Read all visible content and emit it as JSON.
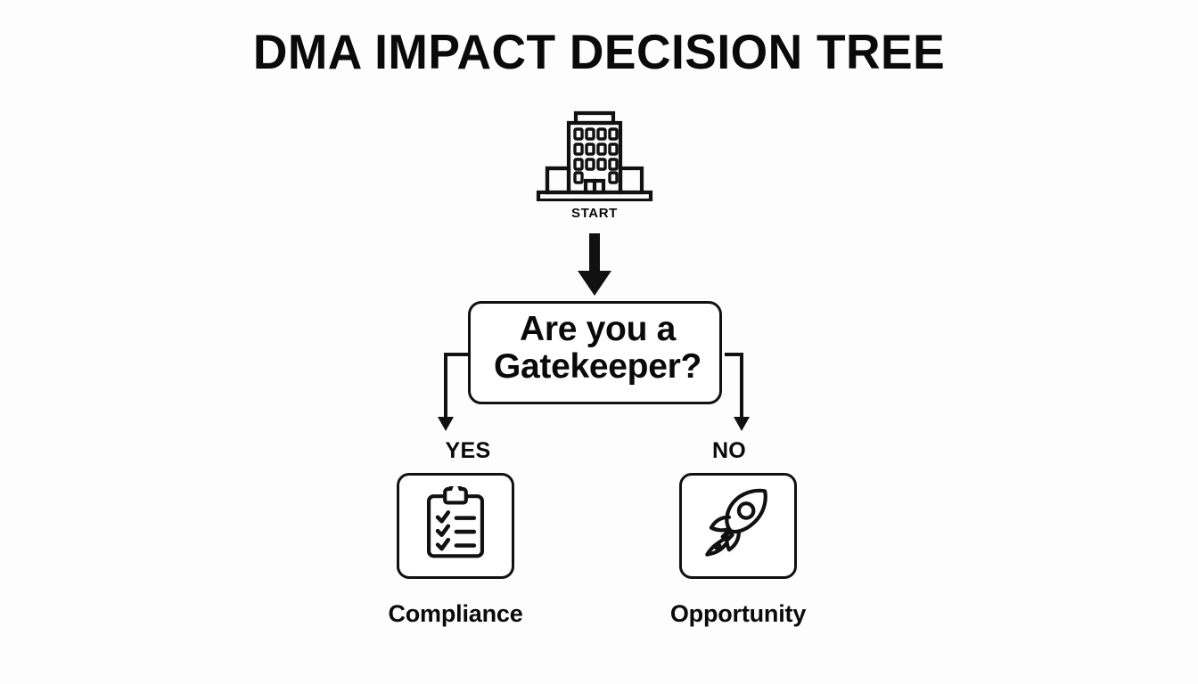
{
  "title": "DMA IMPACT DECISION TREE",
  "background_color": "#fdfdfd",
  "line_color": "#111111",
  "text_color": "#0a0a0a",
  "start": {
    "label": "START",
    "icon": "office-building-icon"
  },
  "flow_arrow": {
    "icon": "down-arrow-icon",
    "direction": "down"
  },
  "decision": {
    "question_line_1": "Are you a",
    "question_line_2": "Gatekeeper?",
    "question": "Are you a Gatekeeper?"
  },
  "branches": [
    {
      "label": "YES",
      "side": "left",
      "outcome_caption": "Compliance",
      "outcome_icon": "clipboard-checklist-icon"
    },
    {
      "label": "NO",
      "side": "right",
      "outcome_caption": "Opportunity",
      "outcome_icon": "rocket-icon"
    }
  ]
}
